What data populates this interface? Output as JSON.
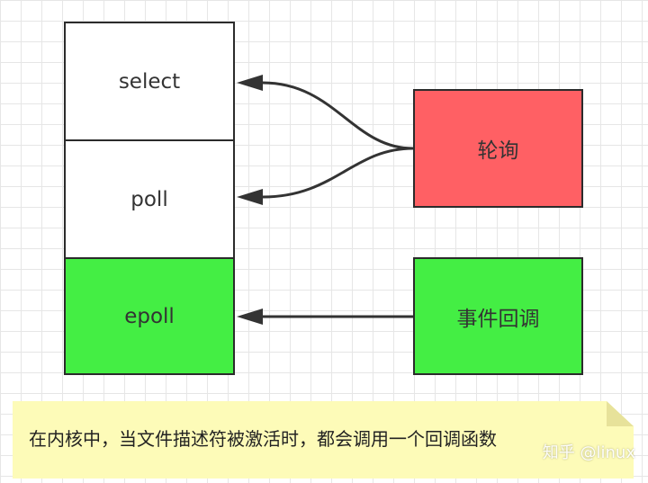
{
  "nodes": {
    "select": {
      "label": "select",
      "fill": "#ffffff"
    },
    "poll": {
      "label": "poll",
      "fill": "#ffffff"
    },
    "epoll": {
      "label": "epoll",
      "fill": "#44ee44"
    },
    "polling": {
      "label": "轮询",
      "fill": "#ff6064"
    },
    "callback": {
      "label": "事件回调",
      "fill": "#44ee44"
    }
  },
  "edges": [
    {
      "from": "轮询",
      "to": "select"
    },
    {
      "from": "轮询",
      "to": "poll"
    },
    {
      "from": "事件回调",
      "to": "epoll"
    }
  ],
  "note": {
    "text": "在内核中，当文件描述符被激活时，都会调用一个回调函数",
    "fill": "#fdfbb8"
  },
  "watermark": "知乎 @linux"
}
